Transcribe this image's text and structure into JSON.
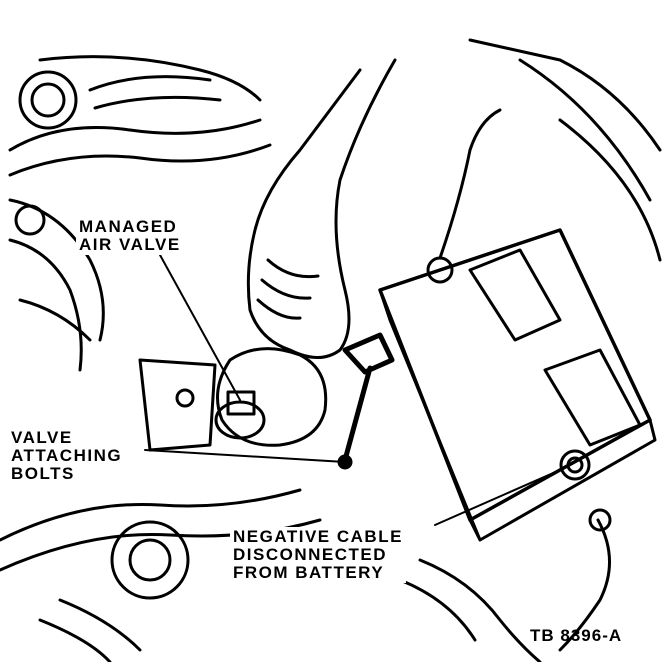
{
  "callouts": {
    "managed_air_valve": [
      "MANAGED",
      "AIR VALVE"
    ],
    "valve_attaching_bolts": [
      "VALVE",
      "ATTACHING",
      "BOLTS"
    ],
    "negative_cable": [
      "NEGATIVE CABLE",
      "DISCONNECTED",
      "FROM BATTERY"
    ]
  },
  "figure_id": "TB 8396-A"
}
